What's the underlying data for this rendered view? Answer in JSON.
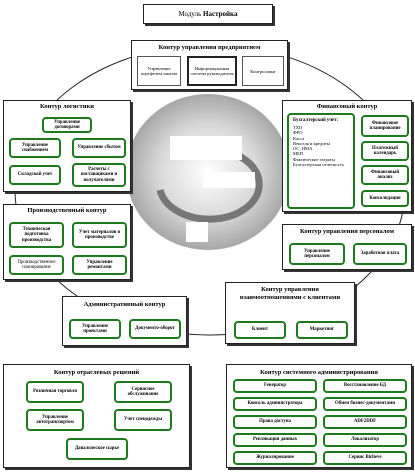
{
  "module": {
    "prefix": "Модуль ",
    "name": "Настройка"
  },
  "enterprise": {
    "title": "Контур управления предприятием",
    "items": [
      "Управление портфелем заказов",
      "Информационная система руководителя",
      "Контроллинг"
    ]
  },
  "logistics": {
    "title": "Контур логистики",
    "items": [
      "Управление договорами",
      "Управление снабжением",
      "Управление сбытом",
      "Складской учет",
      "Расчеты с поставщиками и получателями"
    ]
  },
  "production": {
    "title": "Производственный контур",
    "items": [
      "Техническая подготовка производства",
      "Учет материалов в производстве",
      "Производственное планирование",
      "Управление ремонтами"
    ]
  },
  "finance": {
    "title": "Финансовый контур",
    "acct_title": "Бухгалтерский учет:",
    "acct_items": [
      "ТХО",
      "ФРО",
      "Касса",
      "Векселя и кредиты",
      "ОС, НМА",
      "МБП",
      "Фактические затраты",
      "Бухгалтерская отчетность"
    ],
    "items": [
      "Финансовое планирование",
      "Платежный календарь",
      "Финансовый анализ",
      "Консолидация"
    ]
  },
  "hr": {
    "title": "Контур управления персоналом",
    "items": [
      "Управление персоналом",
      "Заработная плата"
    ]
  },
  "admin": {
    "title": "Административный контур",
    "items": [
      "Управление проектами",
      "Документо-оборот"
    ]
  },
  "crm": {
    "title": "Контур управления взаимоотношениями с клиентами",
    "items": [
      "Клиент",
      "Маркетинг"
    ]
  },
  "industry": {
    "title": "Контур отраслевых решений",
    "items": [
      "Розничная торговля",
      "Сервисное обслуживание",
      "Управление автотранспортом",
      "Учет спецодежды",
      "Давальческое сырье"
    ]
  },
  "sysadmin": {
    "title": "Контур системного администрирования",
    "items": [
      "Генератор",
      "Восстановление БД",
      "Консоль администратора",
      "Обмен бизнес-документами",
      "Права доступа",
      "ADF2DDF",
      "Репликация данных",
      "Локализатор",
      "Журналирование",
      "Сервис Birlieve"
    ]
  },
  "colors": {
    "accent": "#1e7a1e",
    "center_gray": "#8a8a8a"
  }
}
